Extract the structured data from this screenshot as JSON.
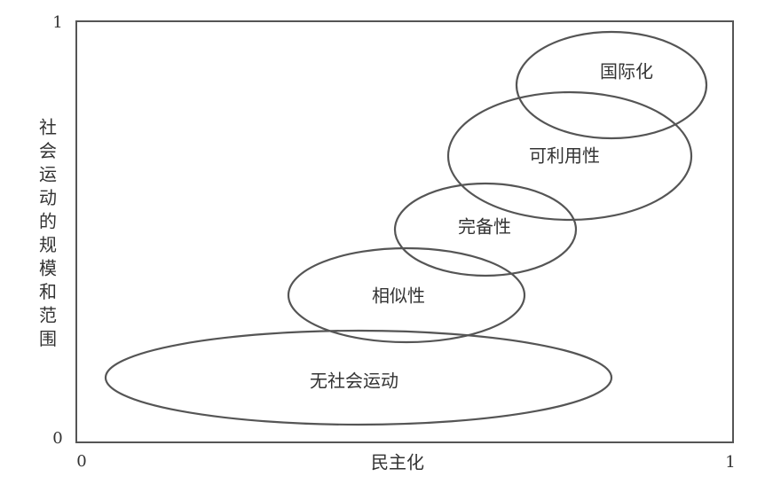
{
  "axes": {
    "x_label": "民主化",
    "y_label": "社会运动的规模和范围",
    "x_min": "0",
    "x_max": "1",
    "y_min": "0",
    "y_max": "1"
  },
  "regions": [
    {
      "label": "国际化"
    },
    {
      "label": "可利用性"
    },
    {
      "label": "完备性"
    },
    {
      "label": "相似性"
    },
    {
      "label": "无社会运动"
    }
  ],
  "colors": {
    "stroke": "#555555",
    "text": "#333333"
  }
}
